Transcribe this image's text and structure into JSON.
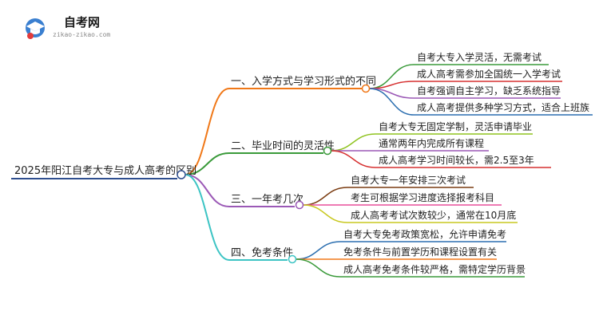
{
  "logo": {
    "title": "自考网",
    "subtitle": "zikao-zikao.com"
  },
  "root": {
    "label": "2025年阳江自考大专与成人高考的区别",
    "color": "#2f4f8f"
  },
  "branches": [
    {
      "label": "一、入学方式与学习形式的不同",
      "color": "#f07818",
      "children": [
        {
          "label": "自考大专入学灵活，无需考试",
          "color": "#3a9a3a"
        },
        {
          "label": "成人高考需参加全国统一入学考试",
          "color": "#d63030"
        },
        {
          "label": "自考强调自主学习，缺乏系统指导",
          "color": "#9b59b6"
        },
        {
          "label": "成人高考提供多种学习方式，适合上班族",
          "color": "#2c6fb0"
        }
      ]
    },
    {
      "label": "二、毕业时间的灵活性",
      "color": "#3a9a3a",
      "children": [
        {
          "label": "自考大专无固定学制，灵活申请毕业",
          "color": "#8fc31f"
        },
        {
          "label": "通常两年内完成所有课程",
          "color": "#9b59b6"
        },
        {
          "label": "成人高考学习时间较长，需2.5至3年",
          "color": "#d63030"
        }
      ]
    },
    {
      "label": "三、一年考几次",
      "color": "#9b59b6",
      "children": [
        {
          "label": "自考大专一年安排三次考试",
          "color": "#7a3b10"
        },
        {
          "label": "考生可根据学习进度选择报考科目",
          "color": "#e84f9a"
        },
        {
          "label": "成人高考考试次数较少，通常在10月底",
          "color": "#c8c820"
        }
      ]
    },
    {
      "label": "四、免考条件",
      "color": "#3cc4c4",
      "children": [
        {
          "label": "自考大专免考政策宽松，允许申请免考",
          "color": "#2c6fb0"
        },
        {
          "label": "免考条件与前置学历和课程设置有关",
          "color": "#f07818"
        },
        {
          "label": "成人高考免考条件较严格，需特定学历背景",
          "color": "#3a9a3a"
        }
      ]
    }
  ]
}
